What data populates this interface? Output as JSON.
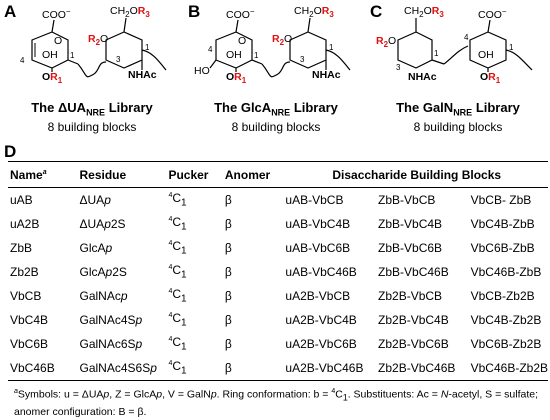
{
  "panels": [
    {
      "letter": "A",
      "title_main": "The ΔUA",
      "title_sub": "NRE",
      "title_tail": " Library",
      "subtitle": "8 building blocks",
      "atoms": {
        "coo": "COO",
        "coo_charge": "−",
        "ch2or3": "CH",
        "ch2_sub": "2",
        "o_link": "O",
        "r3": "R",
        "r3_n": "3",
        "r2": "R",
        "r2_n": "2",
        "o2": "O",
        "oh": "OH",
        "o1": "O",
        "r1": "R",
        "r1_n": "1",
        "nhac": "NHAc",
        "n4": "4",
        "n1": "1",
        "n3": "3",
        "n1b": "1"
      }
    },
    {
      "letter": "B",
      "title_main": "The GlcA",
      "title_sub": "NRE",
      "title_tail": " Library",
      "subtitle": "8 building blocks",
      "atoms": {
        "coo": "COO",
        "coo_charge": "−",
        "ch2or3": "CH",
        "ch2_sub": "2",
        "o_link": "O",
        "r3": "R",
        "r3_n": "3",
        "r2": "R",
        "r2_n": "2",
        "o2": "O",
        "oh": "OH",
        "ho": "HO",
        "o1": "O",
        "r1": "R",
        "r1_n": "1",
        "nhac": "NHAc",
        "n4": "4",
        "n1": "1",
        "n3": "3",
        "n1b": "1"
      }
    },
    {
      "letter": "C",
      "title_main": "The GalN",
      "title_sub": "NRE",
      "title_tail": " Library",
      "subtitle": "8 building blocks",
      "atoms": {
        "coo": "COO",
        "coo_charge": "−",
        "ch2or3": "CH",
        "ch2_sub": "2",
        "o_link": "O",
        "r3": "R",
        "r3_n": "3",
        "r2": "R",
        "r2_n": "2",
        "o2": "O",
        "oh": "OH",
        "o1": "O",
        "r1": "R",
        "r1_n": "1",
        "nhac": "NHAc",
        "n3": "3",
        "n1": "1",
        "n4": "4",
        "n1b": "1"
      }
    }
  ],
  "panel_d": {
    "letter": "D",
    "headers": {
      "name": "Name",
      "name_sup": "a",
      "residue": "Residue",
      "pucker": "Pucker",
      "anomer": "Anomer",
      "blocks": "Disaccharide Building Blocks"
    },
    "rows": [
      {
        "name": "uAB",
        "residue_a": "ΔUA",
        "residue_i": "p",
        "residue_b": "",
        "pucker_sup": "4",
        "pucker": "C",
        "pucker_sub": "1",
        "anomer": "β",
        "d1": "uAB-VbCB",
        "d2": "ZbB-VbCB",
        "d3": "VbCB- ZbB"
      },
      {
        "name": "uA2B",
        "residue_a": "ΔUA",
        "residue_i": "p",
        "residue_b": "2S",
        "pucker_sup": "4",
        "pucker": "C",
        "pucker_sub": "1",
        "anomer": "β",
        "d1": "uAB-VbC4B",
        "d2": "ZbB-VbC4B",
        "d3": "VbC4B-ZbB"
      },
      {
        "name": "ZbB",
        "residue_a": "GlcA",
        "residue_i": "p",
        "residue_b": "",
        "pucker_sup": "4",
        "pucker": "C",
        "pucker_sub": "1",
        "anomer": "β",
        "d1": "uAB-VbC6B",
        "d2": "ZbB-VbC6B",
        "d3": "VbC6B-ZbB"
      },
      {
        "name": "Zb2B",
        "residue_a": "GlcA",
        "residue_i": "p",
        "residue_b": "2S",
        "pucker_sup": "4",
        "pucker": "C",
        "pucker_sub": "1",
        "anomer": "β",
        "d1": "uAB-VbC46B",
        "d2": "ZbB-VbC46B",
        "d3": "VbC46B-ZbB"
      },
      {
        "name": "VbCB",
        "residue_a": "GalNAc",
        "residue_i": "p",
        "residue_b": "",
        "pucker_sup": "4",
        "pucker": "C",
        "pucker_sub": "1",
        "anomer": "β",
        "d1": "uA2B-VbCB",
        "d2": "Zb2B-VbCB",
        "d3": "VbCB-Zb2B"
      },
      {
        "name": "VbC4B",
        "residue_a": "GalNAc4S",
        "residue_i": "p",
        "residue_b": "",
        "pucker_sup": "4",
        "pucker": "C",
        "pucker_sub": "1",
        "anomer": "β",
        "d1": "uA2B-VbC4B",
        "d2": "Zb2B-VbC4B",
        "d3": "VbC4B-Zb2B"
      },
      {
        "name": "VbC6B",
        "residue_a": "GalNAc6S",
        "residue_i": "p",
        "residue_b": "",
        "pucker_sup": "4",
        "pucker": "C",
        "pucker_sub": "1",
        "anomer": "β",
        "d1": "uA2B-VbC6B",
        "d2": "Zb2B-VbC6B",
        "d3": "VbC6B-Zb2B"
      },
      {
        "name": "VbC46B",
        "residue_a": "GalNAc4S6S",
        "residue_i": "p",
        "residue_b": "",
        "pucker_sup": "4",
        "pucker": "C",
        "pucker_sub": "1",
        "anomer": "β",
        "d1": "uA2B-VbC46B",
        "d2": "Zb2B-VbC46B",
        "d3": "VbC46B-Zb2B"
      }
    ],
    "footnote": {
      "sup": "a",
      "text_1": "Symbols: u = ΔUA",
      "p1": "p",
      "text_2": ",  Z = GlcA",
      "p2": "p",
      "text_3": ", V = GalN",
      "p3": "p",
      "text_4": ". Ring conformation: b = ",
      "c_sup": "4",
      "c": "C",
      "c_sub": "1",
      "text_5": ". Substituents: Ac = ",
      "n_italic": "N",
      "text_6": "-acetyl, S = sulfate; anomer configuration: B = β."
    }
  }
}
